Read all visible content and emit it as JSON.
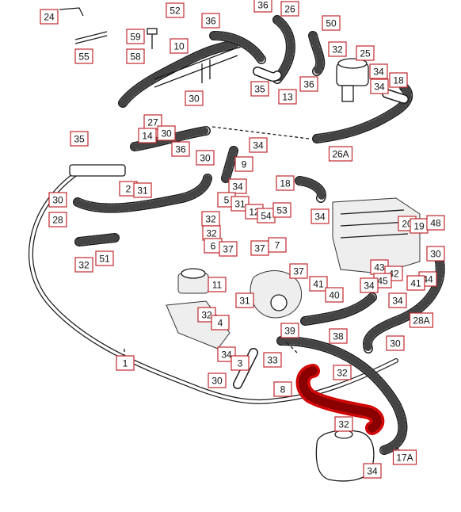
{
  "diagram": {
    "labels": [
      {
        "text": "24"
      },
      {
        "text": "52"
      },
      {
        "text": "36"
      },
      {
        "text": "36"
      },
      {
        "text": "26"
      },
      {
        "text": "50"
      },
      {
        "text": "55"
      },
      {
        "text": "59"
      },
      {
        "text": "58"
      },
      {
        "text": "10"
      },
      {
        "text": "32"
      },
      {
        "text": "25"
      },
      {
        "text": "36"
      },
      {
        "text": "35"
      },
      {
        "text": "13"
      },
      {
        "text": "34"
      },
      {
        "text": "18"
      },
      {
        "text": "30"
      },
      {
        "text": "27"
      },
      {
        "text": "30"
      },
      {
        "text": "34"
      },
      {
        "text": "35"
      },
      {
        "text": "14"
      },
      {
        "text": "36"
      },
      {
        "text": "34"
      },
      {
        "text": "26A"
      },
      {
        "text": "30"
      },
      {
        "text": "9"
      },
      {
        "text": "18"
      },
      {
        "text": "2"
      },
      {
        "text": "31"
      },
      {
        "text": "34"
      },
      {
        "text": "30"
      },
      {
        "text": "5"
      },
      {
        "text": "31"
      },
      {
        "text": "12"
      },
      {
        "text": "54"
      },
      {
        "text": "53"
      },
      {
        "text": "34"
      },
      {
        "text": "28"
      },
      {
        "text": "32"
      },
      {
        "text": "20"
      },
      {
        "text": "19"
      },
      {
        "text": "48"
      },
      {
        "text": "32"
      },
      {
        "text": "6"
      },
      {
        "text": "37"
      },
      {
        "text": "37"
      },
      {
        "text": "7"
      },
      {
        "text": "30"
      },
      {
        "text": "32"
      },
      {
        "text": "51"
      },
      {
        "text": "43"
      },
      {
        "text": "42"
      },
      {
        "text": "44"
      },
      {
        "text": "37"
      },
      {
        "text": "11"
      },
      {
        "text": "41"
      },
      {
        "text": "45"
      },
      {
        "text": "41"
      },
      {
        "text": "34"
      },
      {
        "text": "40"
      },
      {
        "text": "31"
      },
      {
        "text": "34"
      },
      {
        "text": "32"
      },
      {
        "text": "4"
      },
      {
        "text": "39"
      },
      {
        "text": "28A"
      },
      {
        "text": "38"
      },
      {
        "text": "30"
      },
      {
        "text": "1"
      },
      {
        "text": "34"
      },
      {
        "text": "3"
      },
      {
        "text": "33"
      },
      {
        "text": "32"
      },
      {
        "text": "30"
      },
      {
        "text": "8"
      },
      {
        "text": "32"
      },
      {
        "text": "17A"
      },
      {
        "text": "34"
      }
    ]
  }
}
